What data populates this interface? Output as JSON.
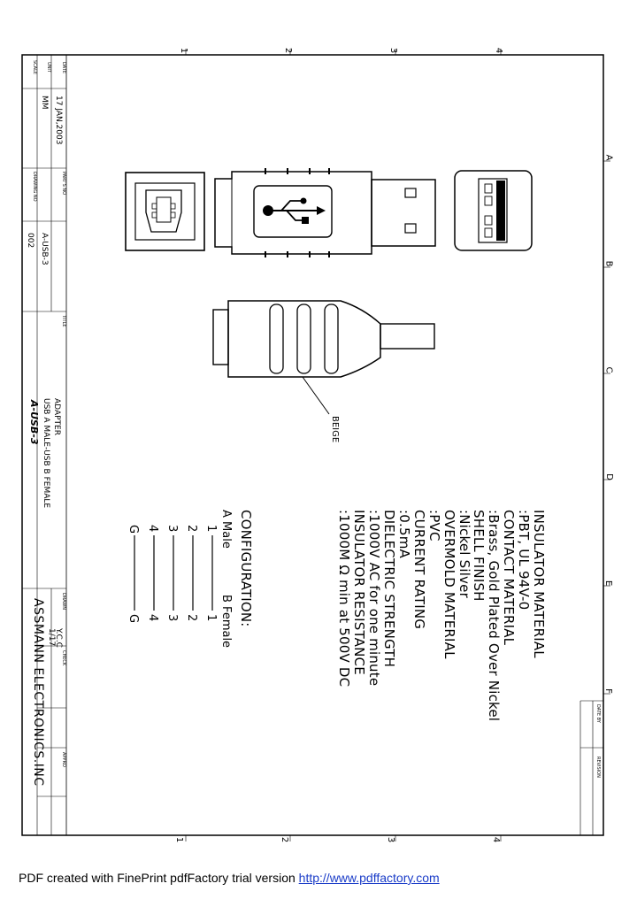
{
  "title_block": {
    "date_label": "DATE",
    "date_value": "17 JAN,2003",
    "unit_label": "UNIT",
    "unit_value": "MM",
    "scale_label": "SCALE",
    "part_no_label": "PART'S NO",
    "part_no_value": "A-USB-3",
    "drawing_no_label": "DRAWING NO",
    "drawing_no_value": "002",
    "title_label": "TITLE",
    "title_line1": "ADAPTER",
    "title_line2": "USB A MALE-USB B FEMALE",
    "title_line3": "A-USB-3",
    "drawn_label": "DRAWN",
    "drawn_value": "Y.C.C",
    "drawn_sheet": "1/17",
    "check_label": "CHECK",
    "approve_label": "APPRO",
    "company": "ASSMANN ELECTRONICS.INC"
  },
  "revision_block": {
    "date_label": "DATE BY",
    "revision_label": "REVISION"
  },
  "zones": {
    "top": [
      "1",
      "2",
      "3",
      "4"
    ],
    "bottom": [
      "1",
      "2",
      "3",
      "4"
    ],
    "side": [
      "A",
      "B",
      "C",
      "D",
      "E",
      "F"
    ]
  },
  "specs": [
    "INSULATOR MATERIAL",
    ":PBT, UL 94V-0",
    "CONTACT MATERIAL",
    ":Brass, Gold Plated Over Nickel",
    "SHELL FINISH",
    ":Nickel Silver",
    "OVERMOLD MATERIAL",
    ":PVC",
    "CURRENT RATING",
    ":0.5mA",
    "DIELECTRIC STRENGTH",
    ":1000V AC for one minute",
    "INSULATOR RESISTANCE",
    ":1000M Ω min at 500V DC"
  ],
  "configuration": {
    "heading": "CONFIGURATION:",
    "col_a": "A Male",
    "col_b": "B Female",
    "rows": [
      {
        "a": "1",
        "b": "1"
      },
      {
        "a": "2",
        "b": "2"
      },
      {
        "a": "3",
        "b": "3"
      },
      {
        "a": "4",
        "b": "4"
      },
      {
        "a": "G",
        "b": "G"
      }
    ]
  },
  "callout": "BEIGE",
  "footer": {
    "text": "PDF created with FinePrint pdfFactory trial version ",
    "link": "http://www.pdffactory.com"
  }
}
